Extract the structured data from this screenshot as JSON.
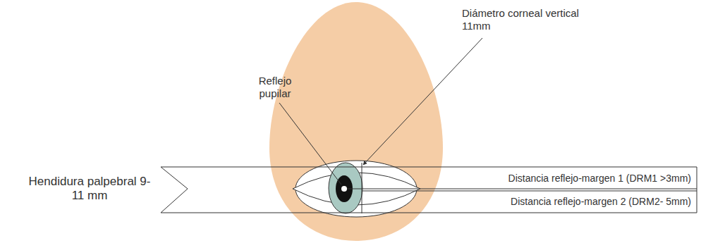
{
  "diagram": {
    "labels": [
      "Reflejo pupilar",
      "Diámetro corneal vertical 11mm",
      "Hendidura palpebral 9-11 mm",
      "Distancia reflejo-margen 1 (DRM1 >3mm)",
      "Distancia reflejo-margen 2 (DRM2- 5mm)"
    ]
  }
}
